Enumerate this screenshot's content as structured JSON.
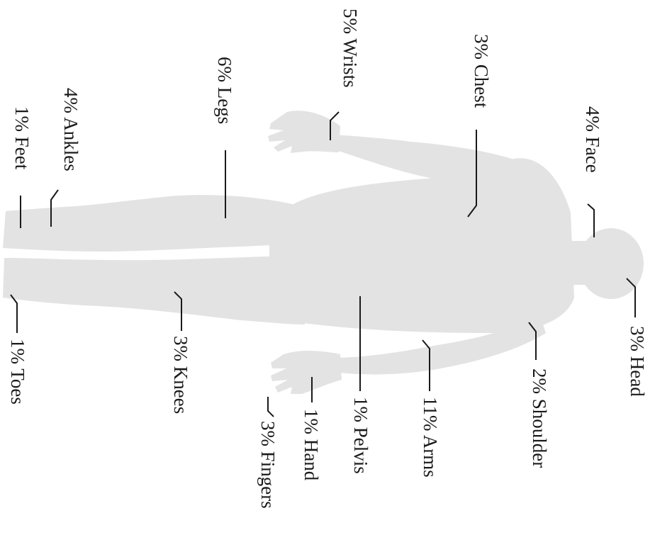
{
  "diagram": {
    "figure_color": "#e3e3e3",
    "line_color": "#1a1a1a",
    "labels": {
      "face": "4% Face",
      "chest": "3% Chest",
      "wrists": "5% Wrists",
      "legs": "6% Legs",
      "ankles": "4% Ankles",
      "feet": "1% Feet",
      "head": "3% Head",
      "shoulder": "2% Shoulder",
      "arms": "11% Arms",
      "pelvis": "1% Pelvis",
      "hand": "1% Hand",
      "fingers": "3% Fingers",
      "knees": "3% Knees",
      "toes": "1% Toes"
    }
  }
}
